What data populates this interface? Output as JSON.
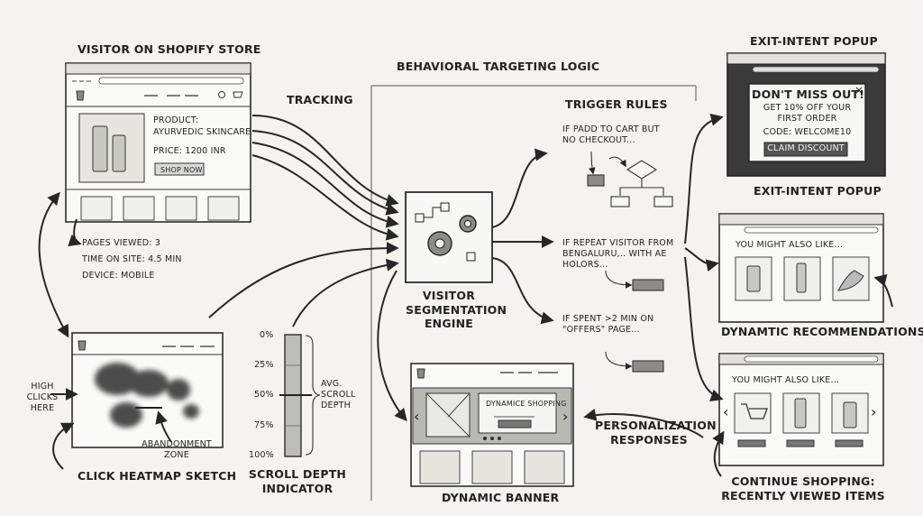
{
  "colors": {
    "paper": "#f4f3ef",
    "ink": "#262626",
    "shade": "#b9b9b4"
  },
  "visitor": {
    "heading": "VISITOR ON SHOPIFY STORE",
    "product_label": "PRODUCT:",
    "product_name": "AYURVEDIC SKINCARE",
    "price": "PRICE: 1200 INR",
    "shop_button": "SHOP NOW",
    "stats": [
      "PAGES VIEWED: 3",
      "TIME ON SITE: 4.5 MIN",
      "DEVICE: MOBILE"
    ]
  },
  "tracking_label": "TRACKING",
  "logic_heading": "BEHAVIORAL TARGETING LOGIC",
  "engine": {
    "label": "VISITOR SEGMENTATION ENGINE"
  },
  "trigger": {
    "heading": "TRIGGER RULES",
    "rules": [
      "IF PADD TO CART BUT NO CHECKOUT...",
      "IF REPEAT VISITOR FROM BENGALURU,.. WITH AE HOLORS...",
      "IF SPENT >2 MIN ON \"OFFERS\" PAGE..."
    ]
  },
  "heatmap": {
    "high_clicks": "HIGH CLICKS HERE",
    "abandonment": "ABANDONMENT ZONE",
    "caption": "CLICK HEATMAP SKETCH"
  },
  "scroll": {
    "ticks": [
      "0%",
      "25%",
      "50%",
      "75%",
      "100%"
    ],
    "avg_label": "AVG. SCROLL DEPTH",
    "caption": "SCROLL DEPTH INDICATOR",
    "avg_depth_percent": 50
  },
  "banner": {
    "title": "DYNAMICE SHOPPING",
    "caption": "DYNAMIC BANNER",
    "prev": "‹",
    "next": "›"
  },
  "personalization_label": "PERSONALIZATION RESPONSES",
  "popup": {
    "top_label": "EXIT-INTENT POPUP",
    "title": "DON'T MISS OUT!",
    "offer": "GET 10% OFF YOUR FIRST ORDER",
    "code": "CODE: WELCOME10",
    "button": "CLAIM DISCOUNT",
    "close": "×",
    "caption": "EXIT-INTENT POPUP"
  },
  "recommend": {
    "heading": "YOU MIGHT ALSO LIKE...",
    "caption": "DYNAMTIC RECOMMENDATIONS"
  },
  "continue": {
    "heading": "YOU MIGHT ALSO LIKE...",
    "caption": "CONTINUE SHOPPING: RECENTLY VIEWED ITEMS",
    "prev": "‹",
    "next": "›"
  }
}
